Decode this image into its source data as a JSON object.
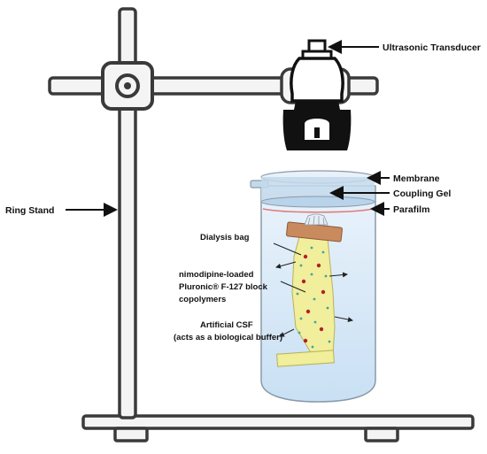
{
  "labels": {
    "ultrasonic_transducer": "Ultrasonic Transducer",
    "membrane": "Membrane",
    "coupling_gel": "Coupling Gel",
    "parafilm": "Parafilm",
    "ring_stand": "Ring Stand",
    "dialysis_bag": "Dialysis bag",
    "copolymer_line1": "nimodipine-loaded",
    "copolymer_line2": "Pluronic® F-127 block",
    "copolymer_line3": "copolymers",
    "csf_line1": "Artificial CSF",
    "csf_line2": "(acts as a biological buffer)"
  },
  "colors": {
    "stand": "#3a3a3a",
    "stand_fill": "#f4f4f4",
    "transducer": "#111111",
    "beaker_liquid": "#d3e6f6",
    "beaker_outline": "#8a9aa8",
    "gel": "#c3d9ec",
    "parafilm": "#e07a7a",
    "clip": "#c98a5e",
    "bag": "#f1ee9c",
    "dot_red": "#b0202a",
    "dot_teal": "#3fa69a"
  }
}
